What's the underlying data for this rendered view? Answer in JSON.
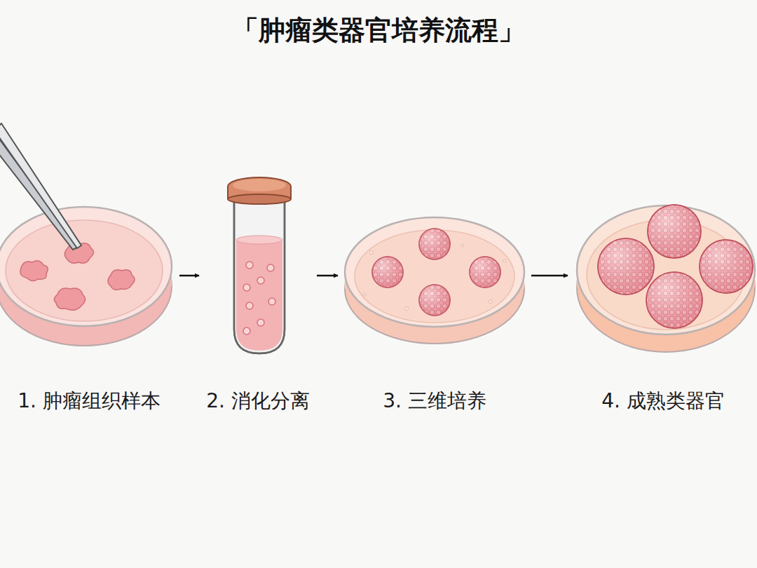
{
  "diagram": {
    "title": "「肿瘤类器官培养流程」",
    "nodes": [
      {
        "text": [
          "1. 肿瘤组织样本"
        ]
      },
      {
        "text": [
          "2. 消化分离"
        ]
      },
      {
        "text": [
          "3. 三维培养"
        ]
      },
      {
        "text": [
          "4. 成熟类器官"
        ]
      }
    ],
    "edges": [
      {
        "from": 0,
        "to": 1,
        "arrow": "to"
      },
      {
        "from": 1,
        "to": 2,
        "arrow": "to"
      },
      {
        "from": 2,
        "to": 3,
        "arrow": "to"
      }
    ]
  }
}
